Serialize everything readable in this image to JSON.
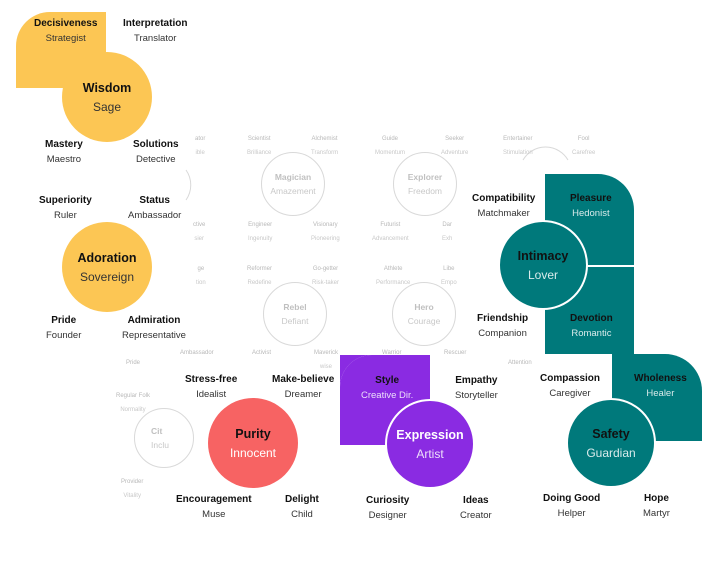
{
  "colors": {
    "yellow": "#fcc654",
    "teal": "#00797b",
    "coral": "#f76363",
    "purple": "#8a2be2",
    "faint": "#d9d9d9"
  },
  "wisdom": {
    "name": "Wisdom",
    "archetype": "Sage",
    "tl": {
      "k": "Decisiveness",
      "v": "Strategist"
    },
    "tr": {
      "k": "Interpretation",
      "v": "Translator"
    },
    "bl": {
      "k": "Mastery",
      "v": "Maestro"
    },
    "br": {
      "k": "Solutions",
      "v": "Detective"
    }
  },
  "adoration": {
    "name": "Adoration",
    "archetype": "Sovereign",
    "tl": {
      "k": "Superiority",
      "v": "Ruler"
    },
    "tr": {
      "k": "Status",
      "v": "Ambassador"
    },
    "bl": {
      "k": "Pride",
      "v": "Founder"
    },
    "br": {
      "k": "Admiration",
      "v": "Representative"
    }
  },
  "intimacy": {
    "name": "Intimacy",
    "archetype": "Lover",
    "tl": {
      "k": "Compatibility",
      "v": "Matchmaker"
    },
    "tr": {
      "k": "Pleasure",
      "v": "Hedonist"
    },
    "bl": {
      "k": "Friendship",
      "v": "Companion"
    },
    "br": {
      "k": "Devotion",
      "v": "Romantic"
    }
  },
  "safety": {
    "name": "Safety",
    "archetype": "Guardian",
    "tl": {
      "k": "Compassion",
      "v": "Caregiver"
    },
    "tr": {
      "k": "Wholeness",
      "v": "Healer"
    },
    "bl": {
      "k": "Doing Good",
      "v": "Helper"
    },
    "br": {
      "k": "Hope",
      "v": "Martyr"
    }
  },
  "purity": {
    "name": "Purity",
    "archetype": "Innocent",
    "tl": {
      "k": "Stress-free",
      "v": "Idealist"
    },
    "tr": {
      "k": "Make-believe",
      "v": "Dreamer"
    },
    "bl": {
      "k": "Encouragement",
      "v": "Muse"
    },
    "br": {
      "k": "Delight",
      "v": "Child"
    }
  },
  "expression": {
    "name": "Expression",
    "archetype": "Artist",
    "tl": {
      "k": "Style",
      "v": "Creative Dir."
    },
    "tr": {
      "k": "Empathy",
      "v": "Storyteller"
    },
    "bl": {
      "k": "Curiosity",
      "v": "Designer"
    },
    "br": {
      "k": "Ideas",
      "v": "Creator"
    }
  },
  "faint": {
    "magician": {
      "name": "Magician",
      "archetype": "Amazement",
      "tl": {
        "k": "Scientist",
        "v": "Brilliance"
      },
      "tr": {
        "k": "Alchemist",
        "v": "Transform"
      },
      "bl": {
        "k": "Engineer",
        "v": "Ingenuity"
      },
      "br": {
        "k": "Visionary",
        "v": "Pioneering"
      }
    },
    "explorer": {
      "name": "Explorer",
      "archetype": "Freedom",
      "tl": {
        "k": "Guide",
        "v": "Momentum"
      },
      "tr": {
        "k": "Seeker",
        "v": "Adventure"
      },
      "bl": {
        "k": "Futurist",
        "v": "Advancement"
      },
      "br": {
        "k": "Dar",
        "v": "Exh"
      }
    },
    "rebel": {
      "name": "Rebel",
      "archetype": "Defiant",
      "tl": {
        "k": "Reformer",
        "v": "Redefine"
      },
      "tr": {
        "k": "Go-getter",
        "v": "Risk-taker"
      },
      "bl": {
        "k": "Activist",
        "v": ""
      },
      "br": {
        "k": "Maverick",
        "v": ""
      }
    },
    "hero": {
      "name": "Hero",
      "archetype": "Courage",
      "tl": {
        "k": "Athlete",
        "v": "Performance"
      },
      "tr": {
        "k": "Libe",
        "v": "Empo"
      },
      "bl": {
        "k": "Warrior",
        "v": ""
      },
      "br": {
        "k": "Rescuer",
        "v": ""
      }
    },
    "jester": {
      "tl": {
        "k": "Entertainer",
        "v": "Stimulation"
      },
      "tr": {
        "k": "Fool",
        "v": "Carefree"
      }
    },
    "citizen": {
      "name": "Cit",
      "archetype": "Inclu",
      "tl": {
        "k": "Regular Folk",
        "v": "Normality"
      },
      "bl": {
        "k": "Provider",
        "v": "Vitality"
      }
    },
    "misc": {
      "ator": "ator",
      "ator_v": "ible",
      "ctive": "ctive",
      "ctive_v": "sier",
      "ge": "ge",
      "ge_v": "tion",
      "pride": "Pride",
      "ambassador": "Ambassador",
      "attention": "Attention",
      "wise": "wise"
    }
  }
}
